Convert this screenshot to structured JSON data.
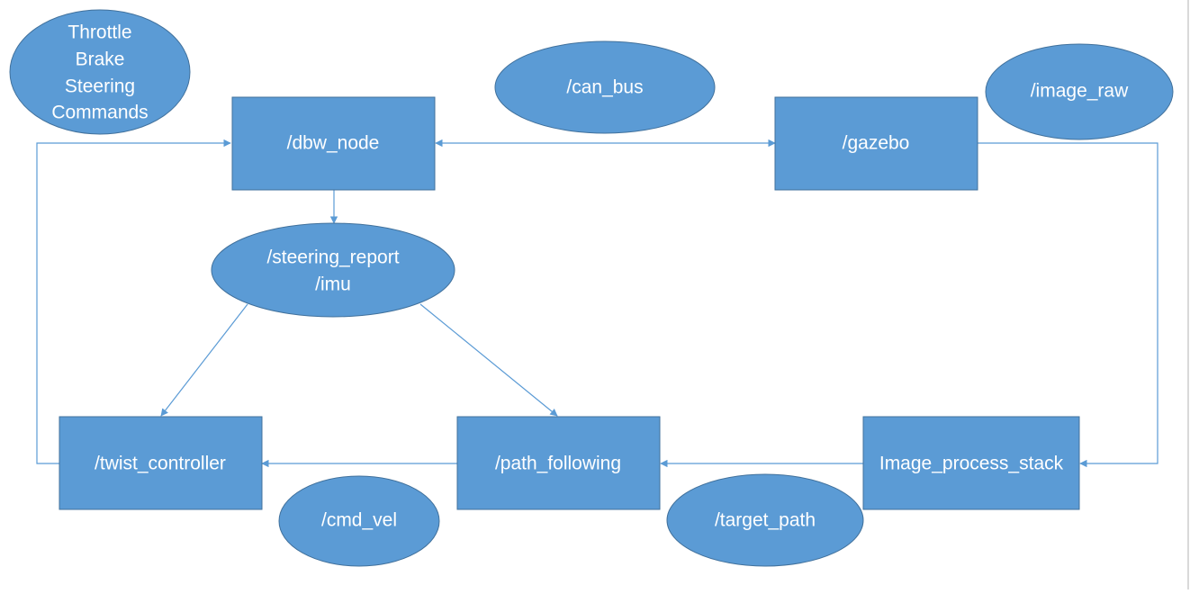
{
  "diagram": {
    "nodes": {
      "dbw_node": "/dbw_node",
      "gazebo": "/gazebo",
      "twist_controller": "/twist_controller",
      "path_following": "/path_following",
      "image_process_stack": "Image_process_stack"
    },
    "topics": {
      "commands": [
        "Throttle",
        "Brake",
        "Steering",
        "Commands"
      ],
      "can_bus": "/can_bus",
      "image_raw": "/image_raw",
      "steering_imu": [
        "/steering_report",
        "/imu"
      ],
      "cmd_vel": "/cmd_vel",
      "target_path": "/target_path"
    },
    "colors": {
      "fill": "#5B9BD5",
      "stroke": "#41719C",
      "text": "#FFFFFF",
      "connector": "#5B9BD5"
    }
  }
}
